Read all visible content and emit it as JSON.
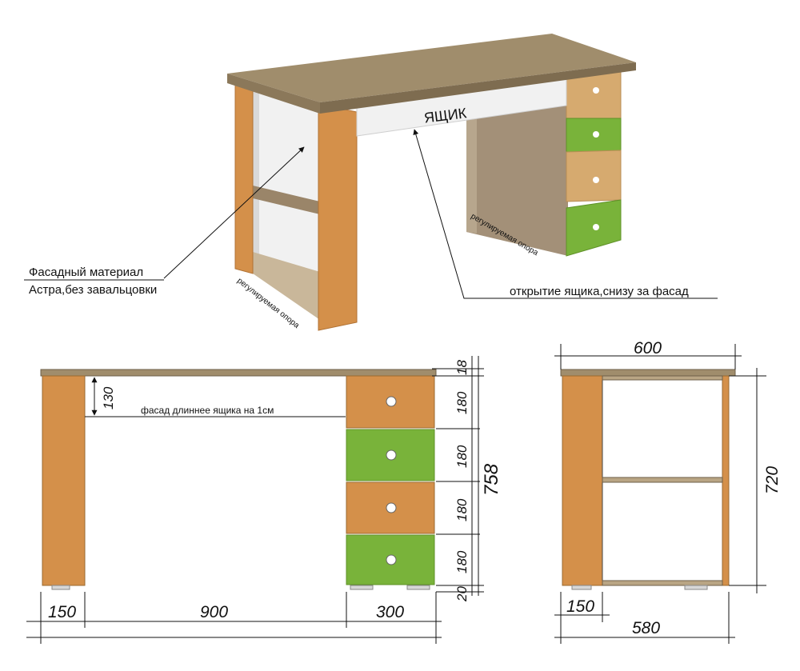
{
  "labels": {
    "drawer": "ЯЩИК",
    "facade_material_line1": "Фасадный материал",
    "facade_material_line2": "Астра,без завальцовки",
    "adjustable_support_left": "регулируемая опора",
    "adjustable_support_right": "регулируемая опора",
    "drawer_opening": "открытие ящика,снизу за фасад",
    "facade_longer": "фасад длиннее ящика на 1см"
  },
  "front_view": {
    "top_thickness": "18",
    "drawer_gap": "130",
    "drawer_heights": [
      "180",
      "180",
      "180",
      "180"
    ],
    "bottom_gap": "20",
    "total_height": "758",
    "left_leg_width": "150",
    "middle_span": "900",
    "pedestal_width": "300"
  },
  "side_view": {
    "depth_top": "600",
    "height": "720",
    "leg_width": "150",
    "depth_bottom": "580"
  },
  "colors": {
    "tabletop": "#a08d6c",
    "tabletop_front": "#8b785a",
    "orange_panel": "#d4904a",
    "beige_drawer": "#d6aa6f",
    "green_drawer": "#79b33a",
    "white_panel": "#f1f1f1",
    "pedestal_wood": "#a39078"
  }
}
